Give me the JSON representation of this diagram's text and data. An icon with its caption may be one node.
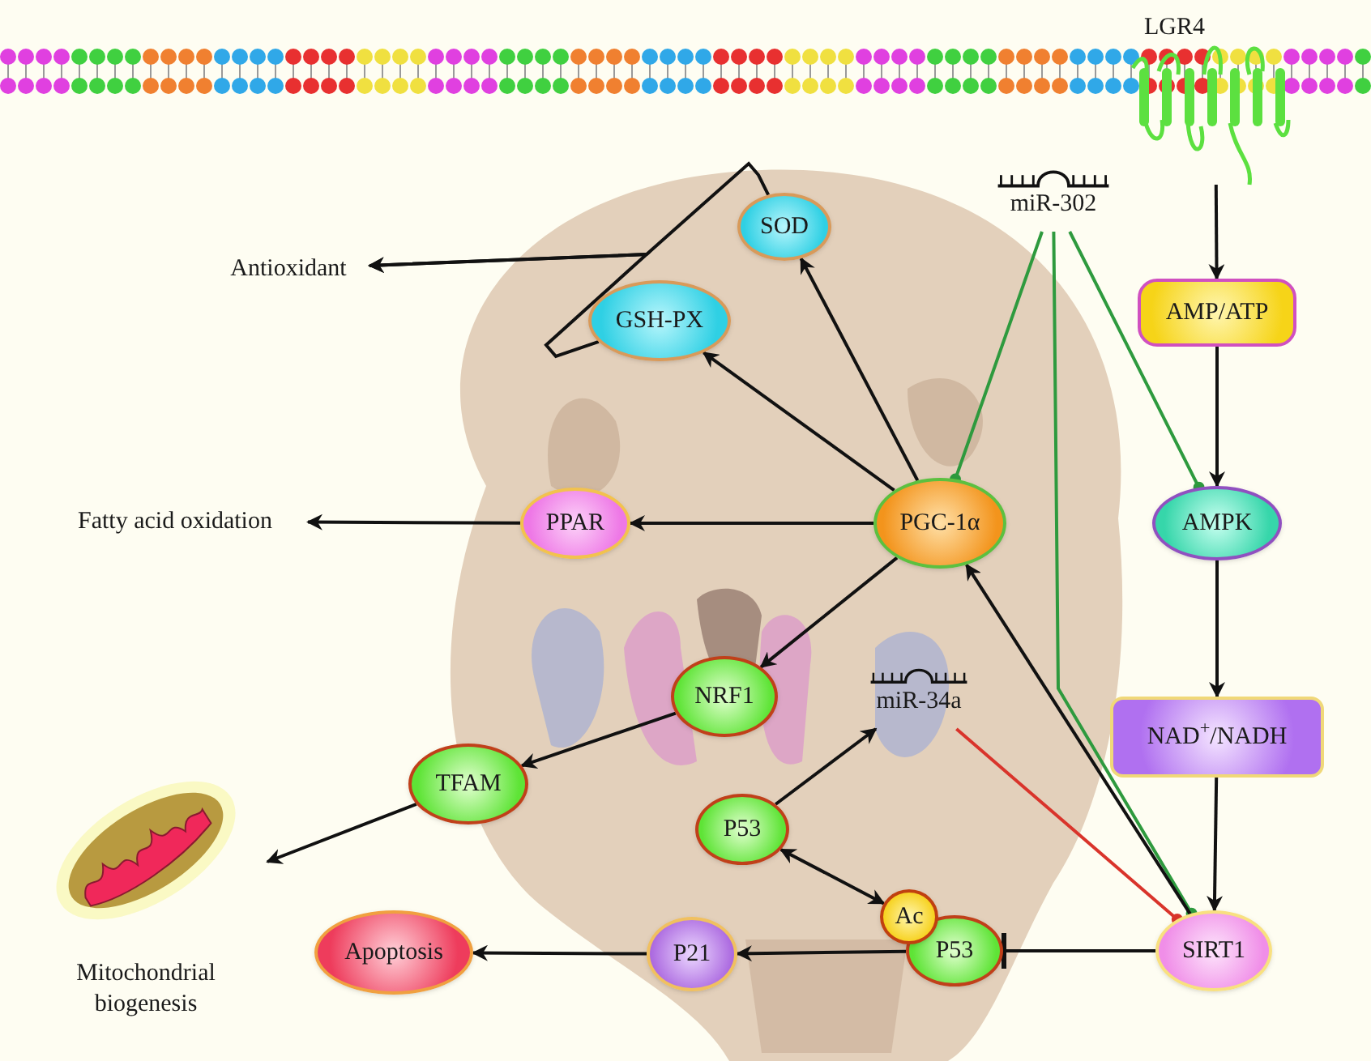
{
  "diagram": {
    "nodes": [
      {
        "text": [
          "LGR4"
        ]
      },
      {
        "text": [
          "miR-302"
        ]
      },
      {
        "text": [
          "SOD"
        ]
      },
      {
        "text": [
          "GSH-PX"
        ]
      },
      {
        "text": [
          "Antioxidant"
        ]
      },
      {
        "text": [
          "PPAR"
        ]
      },
      {
        "text": [
          "Fatty acid oxidation"
        ]
      },
      {
        "text": [
          "PGC-1α"
        ]
      },
      {
        "text": [
          "AMP/ATP"
        ]
      },
      {
        "text": [
          "AMPK"
        ]
      },
      {
        "text": [
          "NAD$^{+}$/NADH"
        ]
      },
      {
        "text": [
          "SIRT1"
        ]
      },
      {
        "text": [
          "NRF1"
        ]
      },
      {
        "text": [
          "miR-34a"
        ]
      },
      {
        "text": [
          "TFAM"
        ]
      },
      {
        "text": [
          "Mitochondrial biogenesis"
        ]
      },
      {
        "text": [
          "P53"
        ]
      },
      {
        "text": [
          "Ac"
        ]
      },
      {
        "text": [
          "P53"
        ]
      },
      {
        "text": [
          "P21"
        ]
      },
      {
        "text": [
          "Apoptosis"
        ]
      }
    ],
    "edges": [
      {
        "from": 2,
        "to": 4,
        "arrow": "to"
      },
      {
        "from": 3,
        "to": 4,
        "arrow": "to"
      },
      {
        "from": 7,
        "to": 2,
        "arrow": "to"
      },
      {
        "from": 7,
        "to": 3,
        "arrow": "to"
      },
      {
        "from": 7,
        "to": 5,
        "arrow": "to"
      },
      {
        "from": 5,
        "to": 6,
        "arrow": "to"
      },
      {
        "from": 7,
        "to": 12,
        "arrow": "to"
      },
      {
        "from": 12,
        "to": 14,
        "arrow": "to"
      },
      {
        "from": 14,
        "to": 15,
        "arrow": "to"
      },
      {
        "from": 1,
        "to": 7,
        "arrow": "other",
        "color": "#2e9a3e"
      },
      {
        "from": 1,
        "to": 9,
        "arrow": "other",
        "color": "#2e9a3e"
      },
      {
        "from": 1,
        "to": 11,
        "arrow": "other",
        "color": "#2e9a3e"
      },
      {
        "from": 0,
        "to": 8,
        "arrow": "to"
      },
      {
        "from": 8,
        "to": 9,
        "arrow": "to"
      },
      {
        "from": 9,
        "to": 10,
        "arrow": "to"
      },
      {
        "from": 10,
        "to": 11,
        "arrow": "to"
      },
      {
        "from": 11,
        "to": 7,
        "arrow": "to"
      },
      {
        "from": 13,
        "to": 11,
        "arrow": "other",
        "color": "#d9342b"
      },
      {
        "from": 16,
        "to": 13,
        "arrow": "to"
      },
      {
        "from": 16,
        "to": 17,
        "arrow": "both"
      },
      {
        "from": 11,
        "to": 18,
        "arrow": "other"
      },
      {
        "from": 18,
        "to": 19,
        "arrow": "to"
      },
      {
        "from": 19,
        "to": 20,
        "arrow": "to"
      }
    ]
  }
}
